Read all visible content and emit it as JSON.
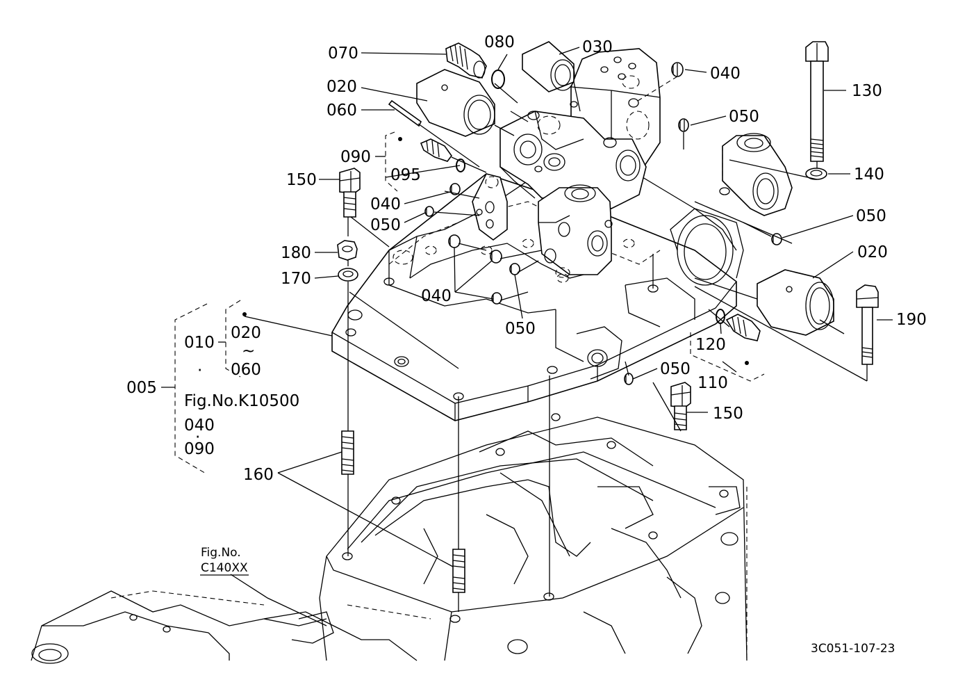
{
  "diagram": {
    "callouts": [
      {
        "id": "c070",
        "text": "070"
      },
      {
        "id": "c080",
        "text": "080"
      },
      {
        "id": "c030",
        "text": "030"
      },
      {
        "id": "c040a",
        "text": "040"
      },
      {
        "id": "c020a",
        "text": "020"
      },
      {
        "id": "c060",
        "text": "060"
      },
      {
        "id": "c050a",
        "text": "050"
      },
      {
        "id": "c130",
        "text": "130"
      },
      {
        "id": "c090",
        "text": "090"
      },
      {
        "id": "c095",
        "text": "095"
      },
      {
        "id": "c150a",
        "text": "150"
      },
      {
        "id": "c140",
        "text": "140"
      },
      {
        "id": "c040b",
        "text": "040"
      },
      {
        "id": "c050b",
        "text": "050"
      },
      {
        "id": "c050c",
        "text": "050"
      },
      {
        "id": "c180",
        "text": "180"
      },
      {
        "id": "c020b",
        "text": "020"
      },
      {
        "id": "c170",
        "text": "170"
      },
      {
        "id": "c040c",
        "text": "040"
      },
      {
        "id": "c050d",
        "text": "050"
      },
      {
        "id": "c190",
        "text": "190"
      },
      {
        "id": "c120",
        "text": "120"
      },
      {
        "id": "c050e",
        "text": "050"
      },
      {
        "id": "c110",
        "text": "110"
      },
      {
        "id": "c150b",
        "text": "150"
      },
      {
        "id": "c160",
        "text": "160"
      }
    ],
    "assembly_group": {
      "outer_label": "005",
      "inner_label": "010",
      "range_start": "020",
      "range_sep": "~",
      "range_end": "060",
      "dot1": "·",
      "fig_ref": "Fig.No.K10500",
      "item_a": "040",
      "dot2": "·",
      "item_b": "090"
    },
    "fig_reference": {
      "line1": "Fig.No.",
      "line2": "C140XX"
    },
    "drawing_code": "3C051-107-23"
  }
}
